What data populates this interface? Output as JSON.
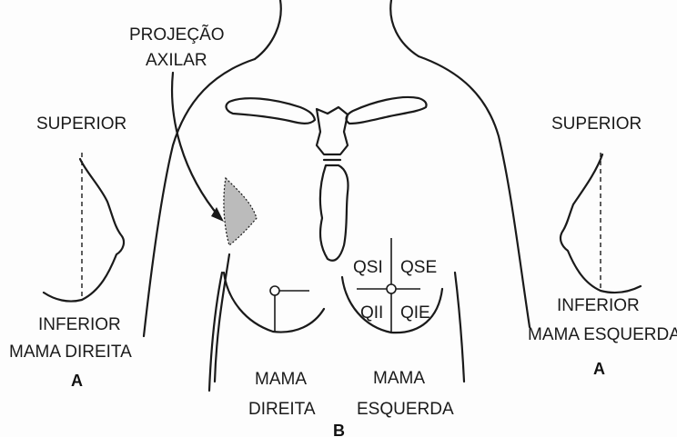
{
  "labels": {
    "axillary_projection_line1": "PROJEÇÃO",
    "axillary_projection_line2": "AXILAR",
    "left_superior": "SUPERIOR",
    "left_inferior": "INFERIOR",
    "left_breast_name": "MAMA DIREITA",
    "left_panel_letter": "A",
    "right_superior": "SUPERIOR",
    "right_inferior": "INFERIOR",
    "right_breast_name": "MAMA ESQUERDA",
    "right_panel_letter": "A",
    "center_right_breast_line1": "MAMA",
    "center_right_breast_line2": "DIREITA",
    "center_left_breast_line1": "MAMA",
    "center_left_breast_line2": "ESQUERDA",
    "center_panel_letter": "B",
    "quadrant_upper_inner": "QSI",
    "quadrant_upper_outer": "QSE",
    "quadrant_lower_inner": "QII",
    "quadrant_lower_outer": "QIE"
  }
}
